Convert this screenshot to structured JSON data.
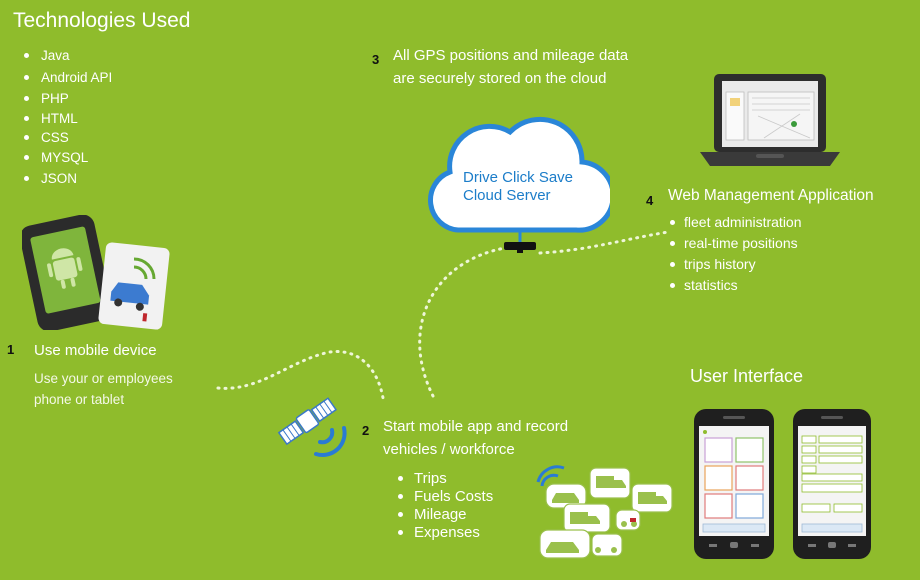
{
  "technologies": {
    "heading": "Technologies Used",
    "items": [
      "Java",
      "Android API",
      "PHP",
      "HTML",
      "CSS",
      "MYSQL",
      "JSON"
    ]
  },
  "step1": {
    "number": "1",
    "title": "Use mobile device",
    "subtitle_line1": "Use your or employees",
    "subtitle_line2": "phone or tablet"
  },
  "step2": {
    "number": "2",
    "title_line1": "Start mobile app and record",
    "title_line2": "vehicles / workforce",
    "items": [
      "Trips",
      "Fuels Costs",
      "Mileage",
      "Expenses"
    ]
  },
  "step3": {
    "number": "3",
    "title_line1": "All GPS positions and mileage data",
    "title_line2": "are securely stored on the cloud"
  },
  "cloud": {
    "line1": "Drive Click Save",
    "line2": "Cloud Server"
  },
  "step4": {
    "number": "4",
    "title": "Web Management Application",
    "items": [
      "fleet administration",
      "real-time positions",
      "trips history",
      "statistics"
    ]
  },
  "user_interface": {
    "heading": "User Interface"
  },
  "colors": {
    "background": "#8fbc2c",
    "cloud_text": "#1c7dc9",
    "number_text": "#111111",
    "icon_blue": "#2a7bd4"
  }
}
